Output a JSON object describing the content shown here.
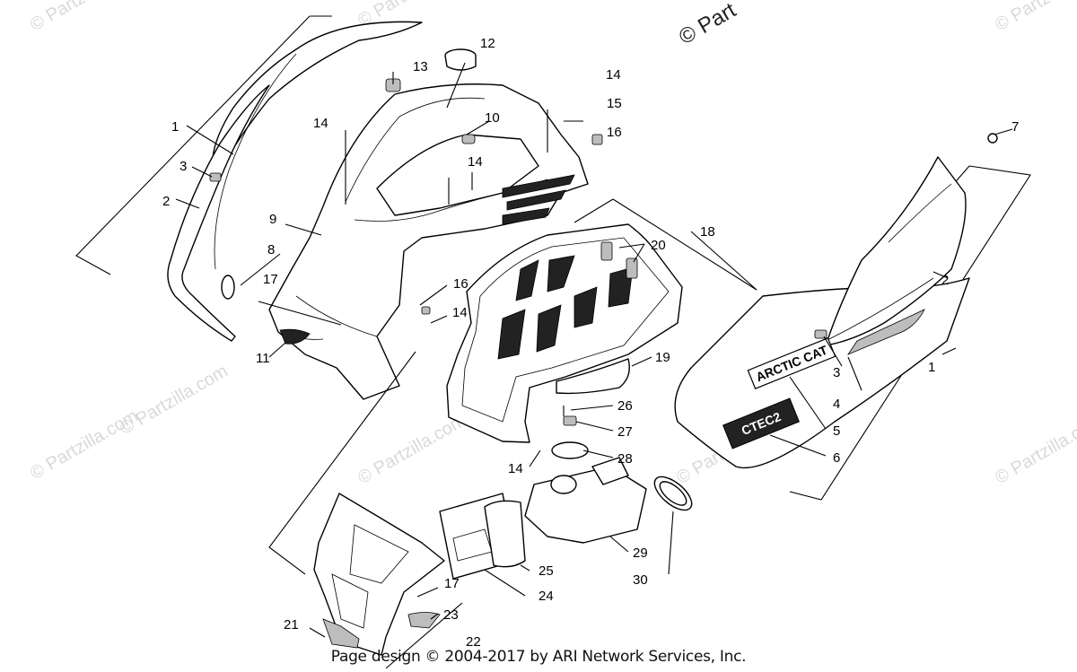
{
  "watermarks": {
    "site": "© Partzilla.com",
    "corner": "© Part"
  },
  "callouts": [
    "1",
    "2",
    "3",
    "4",
    "5",
    "6",
    "7",
    "8",
    "9",
    "10",
    "11",
    "12",
    "13",
    "14",
    "15",
    "16",
    "17",
    "18",
    "19",
    "20",
    "21",
    "22",
    "23",
    "24",
    "25",
    "26",
    "27",
    "28",
    "29",
    "30"
  ],
  "hood_decal": "ARCTIC CAT",
  "hood_badge": "CTEC2",
  "footer": "Page design © 2004-2017 by ARI Network Services, Inc."
}
